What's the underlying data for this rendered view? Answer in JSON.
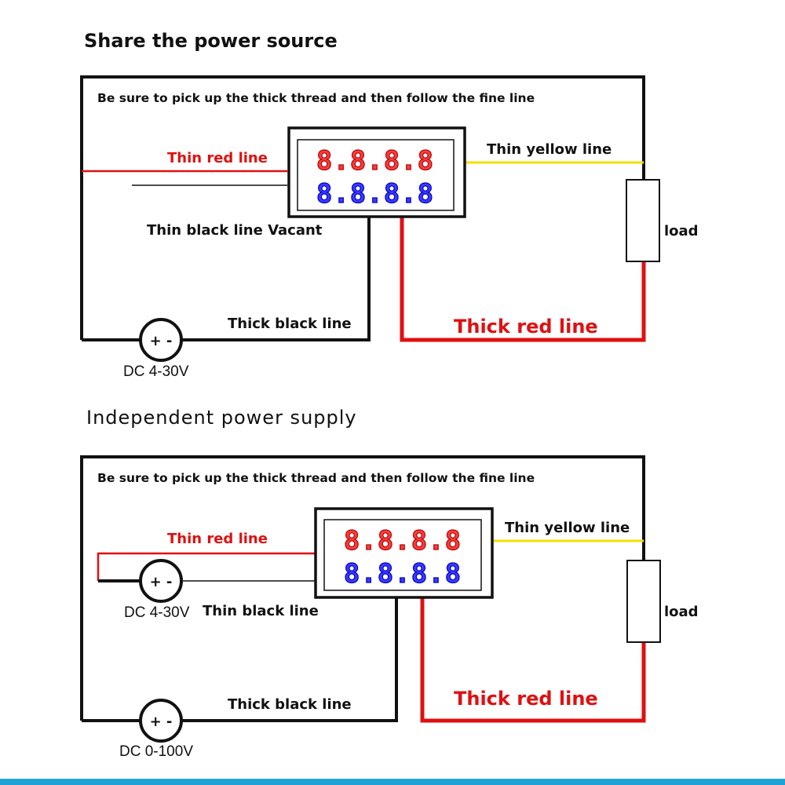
{
  "colors": {
    "red_wire": "#e01010",
    "yellow_wire": "#f2e000",
    "black_wire": "#111111",
    "red_display": "#f04040",
    "blue_display": "#3a3aff",
    "bottom_bar": "#1fa3d6"
  },
  "diagram1": {
    "title": "Share the power source",
    "note": "Be sure to pick up the thick thread and then follow the fine line",
    "display_top": "8.8.8.8",
    "display_bottom": "8.8.8.8",
    "thin_red": "Thin red line",
    "thin_black": "Thin black line Vacant",
    "thin_yellow": "Thin yellow line",
    "load": "load",
    "thick_black": "Thick black line",
    "thick_red": "Thick red line",
    "source_label": "DC 4-30V",
    "source_symbol": "+ -"
  },
  "diagram2": {
    "title": "Independent power supply",
    "note": "Be sure to pick up the thick thread and then follow the fine line",
    "display_top": "8.8.8.8",
    "display_bottom": "8.8.8.8",
    "thin_red": "Thin red line",
    "thin_black": "Thin black line",
    "thin_yellow": "Thin yellow line",
    "load": "load",
    "thick_black": "Thick black line",
    "thick_red": "Thick red line",
    "source1_label": "DC 4-30V",
    "source2_label": "DC 0-100V",
    "source_symbol": "+ -"
  }
}
